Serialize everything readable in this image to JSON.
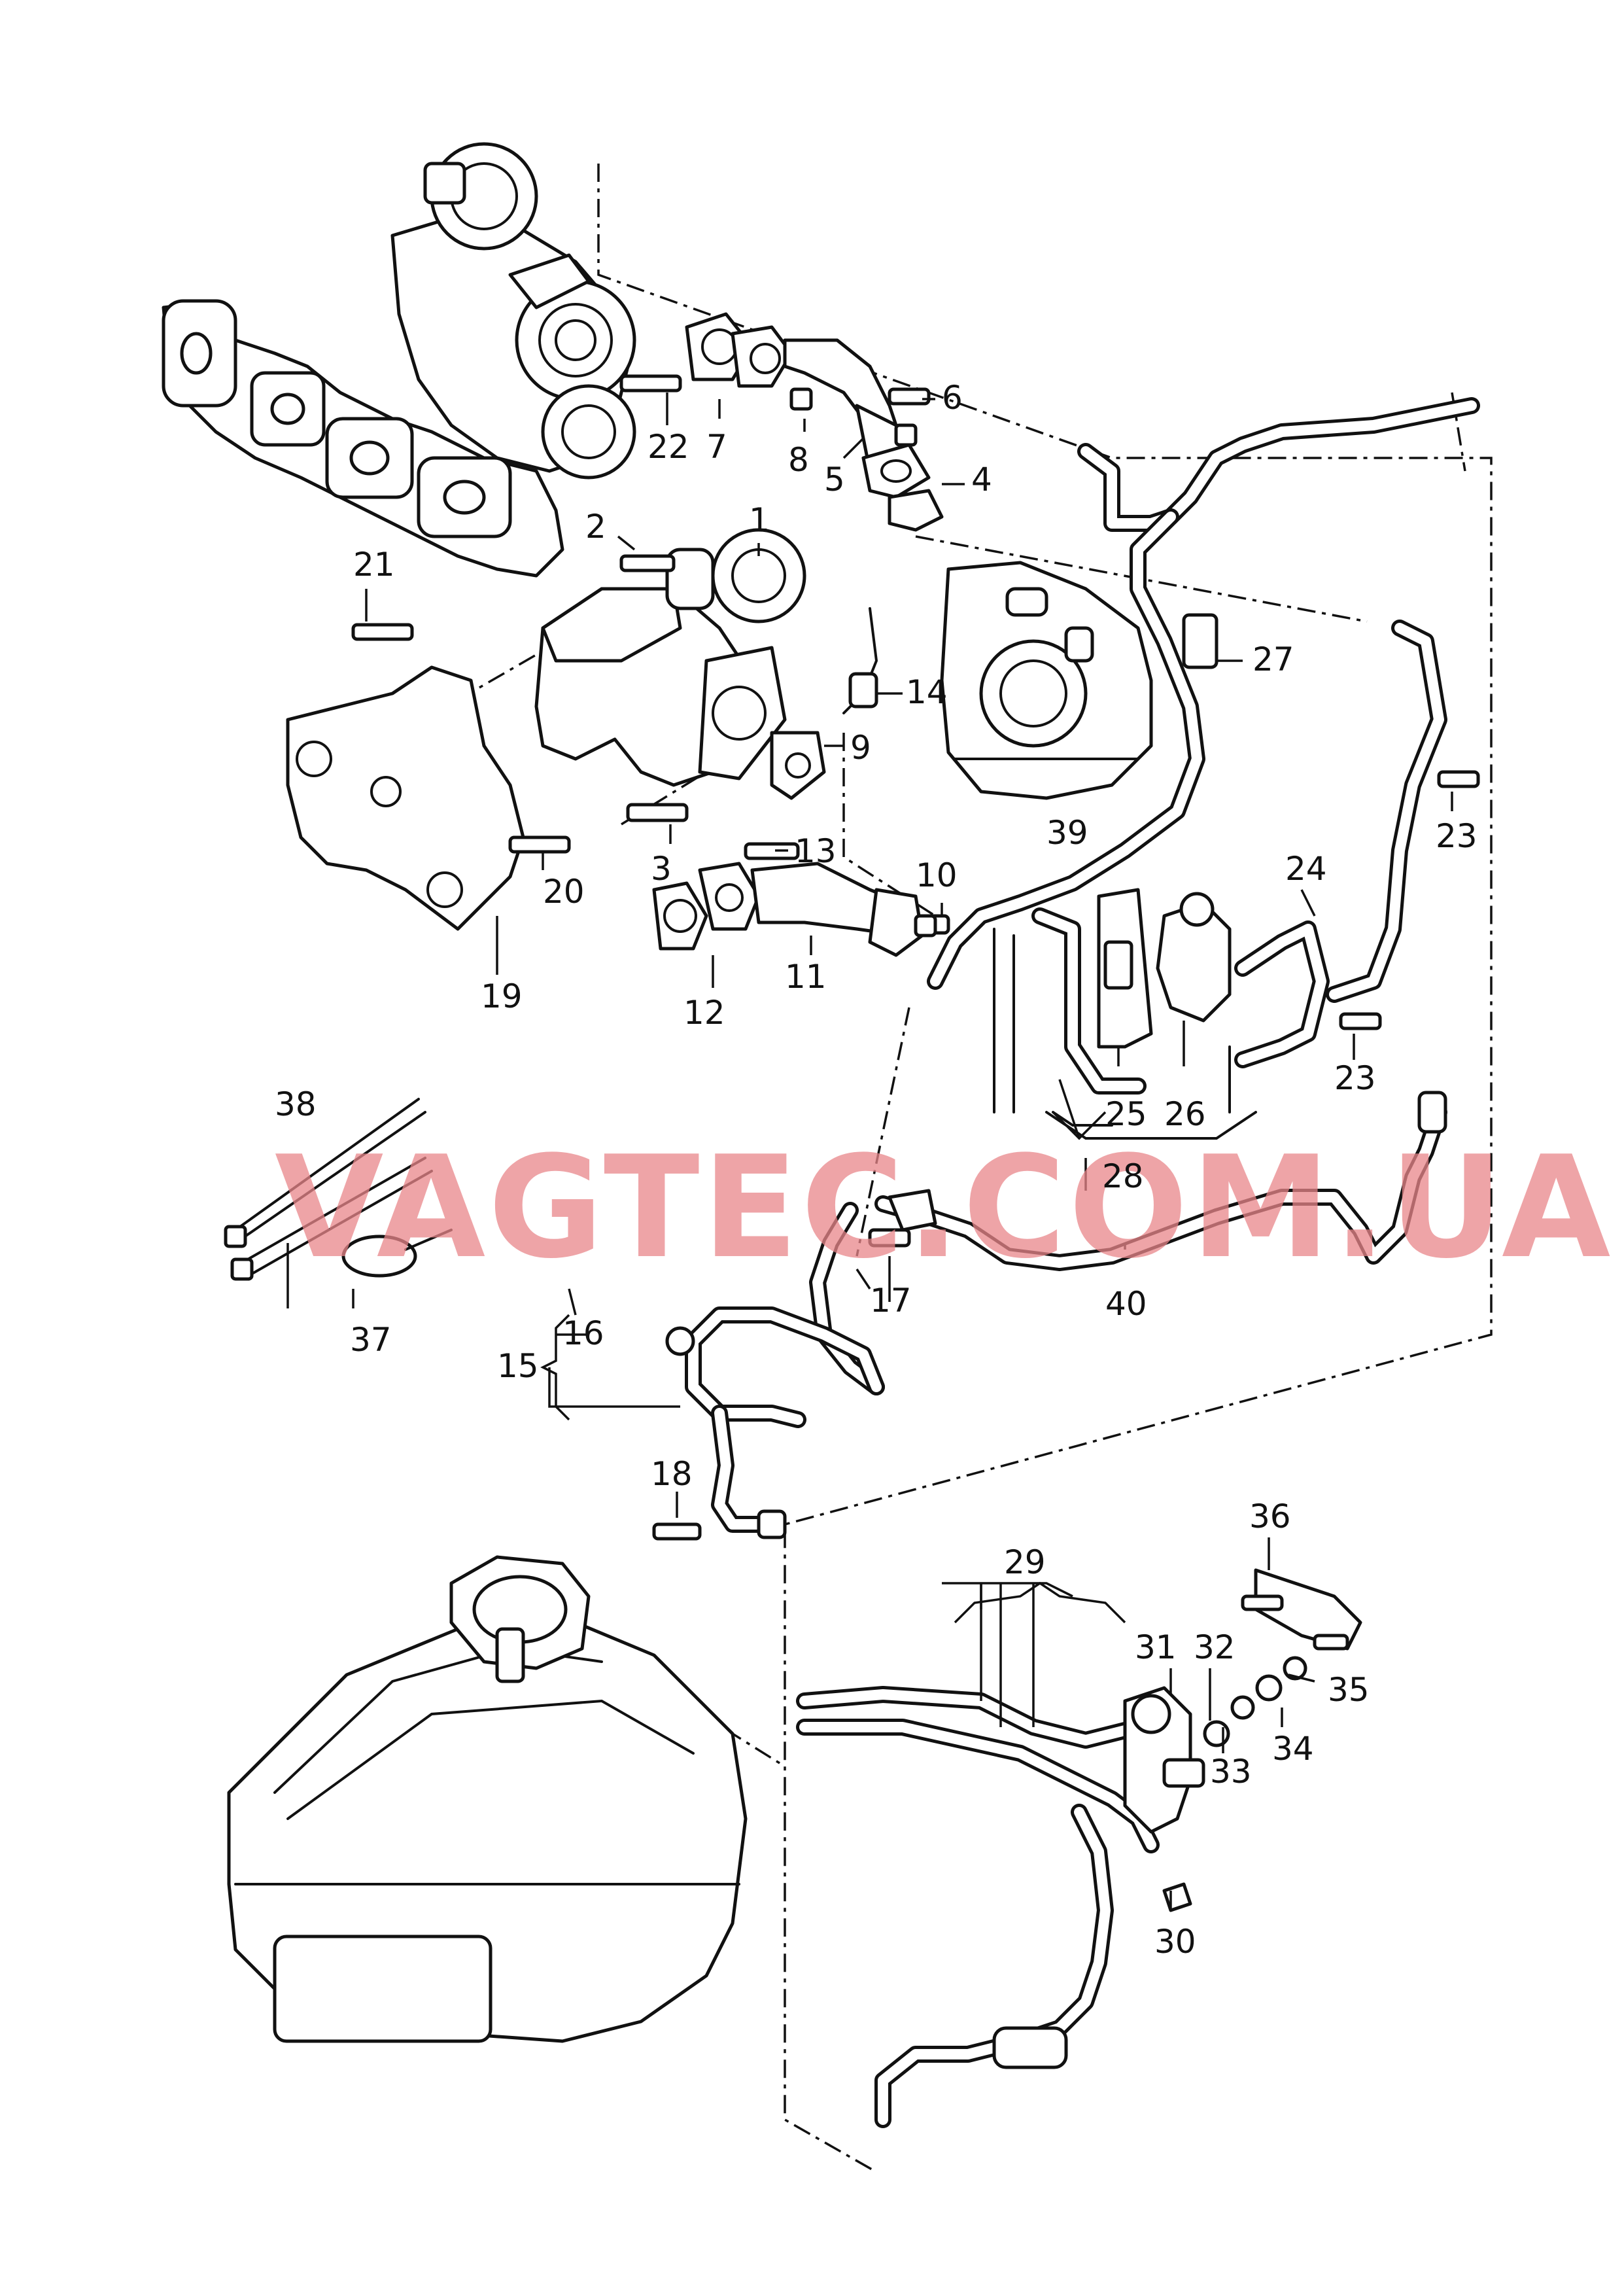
{
  "watermark": "VAGTEC.COM.UA",
  "callouts": {
    "c1": "1",
    "c2": "2",
    "c3": "3",
    "c4": "4",
    "c5": "5",
    "c6": "6",
    "c7": "7",
    "c8": "8",
    "c9": "9",
    "c10": "10",
    "c11": "11",
    "c12": "12",
    "c13": "13",
    "c14": "14",
    "c15": "15",
    "c16": "16",
    "c17": "17",
    "c18": "18",
    "c19": "19",
    "c20": "20",
    "c21": "21",
    "c22": "22",
    "c23a": "23",
    "c23b": "23",
    "c24": "24",
    "c25": "25",
    "c26": "26",
    "c27": "27",
    "c28": "28",
    "c29": "29",
    "c30": "30",
    "c31": "31",
    "c32": "32",
    "c33": "33",
    "c34": "34",
    "c35": "35",
    "c36": "36",
    "c37": "37",
    "c38": "38",
    "c39": "39",
    "c40": "40"
  }
}
